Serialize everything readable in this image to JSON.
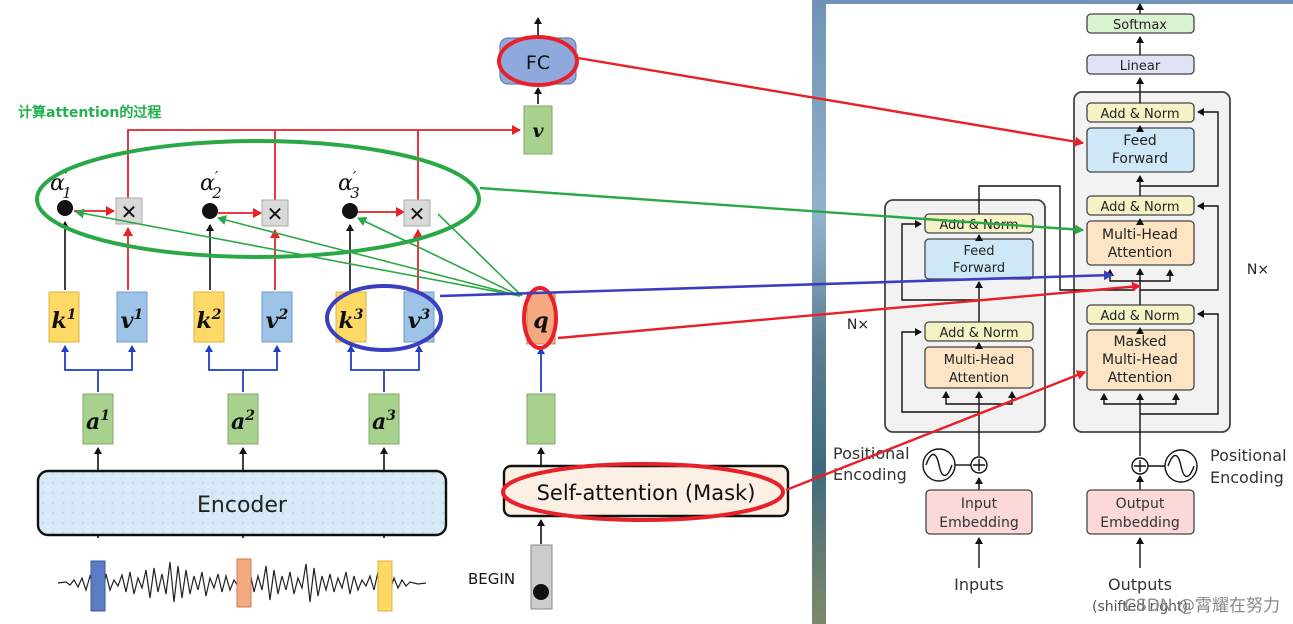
{
  "left_panel": {
    "section_title": "计算attention的过程",
    "fc_label": "FC",
    "v_out_label": "v",
    "alphas": [
      {
        "base": "α",
        "prime": "′",
        "sub": "1"
      },
      {
        "base": "α",
        "prime": "′",
        "sub": "2"
      },
      {
        "base": "α",
        "prime": "′",
        "sub": "3"
      }
    ],
    "multiply_symbol": "✕",
    "k_labels": [
      {
        "base": "k",
        "sup": "1"
      },
      {
        "base": "k",
        "sup": "2"
      },
      {
        "base": "k",
        "sup": "3"
      }
    ],
    "v_labels": [
      {
        "base": "v",
        "sup": "1"
      },
      {
        "base": "v",
        "sup": "2"
      },
      {
        "base": "v",
        "sup": "3"
      }
    ],
    "a_labels": [
      {
        "base": "a",
        "sup": "1"
      },
      {
        "base": "a",
        "sup": "2"
      },
      {
        "base": "a",
        "sup": "3"
      }
    ],
    "q_label": "q",
    "encoder_label": "Encoder",
    "self_attention_label": "Self-attention (Mask)",
    "begin_label": "BEGIN"
  },
  "right_panel": {
    "encoder": {
      "add_norm_top": "Add & Norm",
      "feed_forward": [
        "Feed",
        "Forward"
      ],
      "add_norm_bottom": "Add & Norm",
      "multi_head": [
        "Multi-Head",
        "Attention"
      ],
      "nx": "N×",
      "positional": [
        "Positional",
        "Encoding"
      ],
      "embedding": [
        "Input",
        "Embedding"
      ],
      "inputs": "Inputs"
    },
    "decoder": {
      "softmax": "Softmax",
      "linear": "Linear",
      "add_norm_1": "Add & Norm",
      "feed_forward": [
        "Feed",
        "Forward"
      ],
      "add_norm_2": "Add & Norm",
      "multi_head": [
        "Multi-Head",
        "Attention"
      ],
      "add_norm_3": "Add & Norm",
      "masked_multi_head": [
        "Masked",
        "Multi-Head",
        "Attention"
      ],
      "nx": "N×",
      "positional": [
        "Positional",
        "Encoding"
      ],
      "embedding": [
        "Output",
        "Embedding"
      ],
      "outputs": "Outputs",
      "shifted": "(shifted right)"
    },
    "watermark": "CSDN @霄耀在努力"
  },
  "colors": {
    "green_box": "#a9d18e",
    "yellow_box": "#ffd966",
    "blue_box": "#9dc3e6",
    "fc_fill": "#8fa9dc",
    "orange_block": "#fce4c4",
    "blue_block": "#cfe8f7",
    "red_arrow": "#e8202a",
    "green_arrow": "#2aa845",
    "blue_arrow": "#3a3fc0",
    "title_green": "#22b14c"
  }
}
